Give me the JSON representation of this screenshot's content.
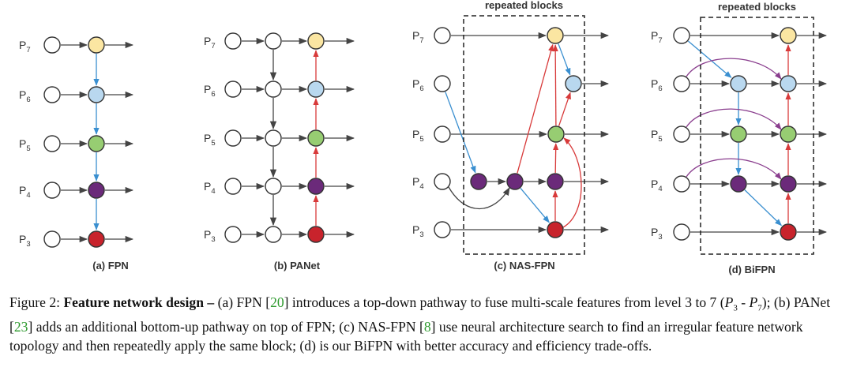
{
  "levels": [
    "P",
    "P",
    "P",
    "P",
    "P"
  ],
  "level_subs": [
    "7",
    "6",
    "5",
    "4",
    "3"
  ],
  "repeated_label": "repeated blocks",
  "subfigures": [
    {
      "tag": "(a)",
      "name": "FPN"
    },
    {
      "tag": "(b)",
      "name": "PANet"
    },
    {
      "tag": "(c)",
      "name": "NAS-FPN"
    },
    {
      "tag": "(d)",
      "name": "BiFPN"
    }
  ],
  "colors": {
    "p7": "#fbe6a2",
    "p6": "#b9d8ef",
    "p5": "#97cd72",
    "p4": "#6b2a7a",
    "p3": "#c8232c",
    "blue_edge": "#3a8fd0",
    "red_edge": "#d83a3a",
    "purple_edge": "#8a3e8e",
    "black_edge": "#444444"
  },
  "caption": {
    "figure": "Figure 2:",
    "bold": "Feature network design –",
    "s1": "(a) FPN [",
    "r1": "20",
    "s2": "] introduces a top-down pathway to fuse multi-scale features from level 3 to 7 (",
    "pA": "P",
    "pAsub": "3",
    "dash": " - ",
    "pB": "P",
    "pBsub": "7",
    "s3": "); (b) PANet [",
    "r2": "23",
    "s4": "] adds an additional bottom-up pathway on top of FPN; (c) NAS-FPN [",
    "r3": "8",
    "s5": "] use neural architecture search to find an irregular feature network topology and then repeatedly apply the same block; (d) is our BiFPN with better accuracy and efficiency trade-offs."
  }
}
